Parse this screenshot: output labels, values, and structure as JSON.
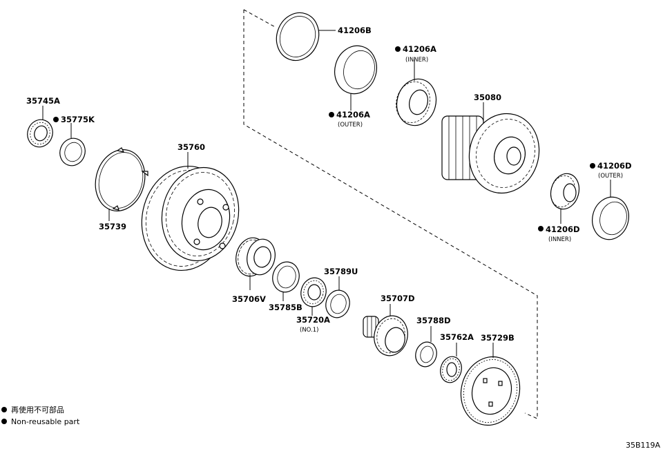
{
  "parts": [
    {
      "id": "p41206B",
      "label": "41206B",
      "sub": "",
      "nonreusable": false
    },
    {
      "id": "p41206A_in",
      "label": "41206A",
      "sub": "(INNER)",
      "nonreusable": true
    },
    {
      "id": "p41206A_out",
      "label": "41206A",
      "sub": "(OUTER)",
      "nonreusable": true
    },
    {
      "id": "p35080",
      "label": "35080",
      "sub": "",
      "nonreusable": false
    },
    {
      "id": "p41206D_out",
      "label": "41206D",
      "sub": "(OUTER)",
      "nonreusable": true
    },
    {
      "id": "p41206D_in",
      "label": "41206D",
      "sub": "(INNER)",
      "nonreusable": true
    },
    {
      "id": "p35745A",
      "label": "35745A",
      "sub": "",
      "nonreusable": false
    },
    {
      "id": "p35775K",
      "label": "35775K",
      "sub": "",
      "nonreusable": true
    },
    {
      "id": "p35760",
      "label": "35760",
      "sub": "",
      "nonreusable": false
    },
    {
      "id": "p35739",
      "label": "35739",
      "sub": "",
      "nonreusable": false
    },
    {
      "id": "p35706V",
      "label": "35706V",
      "sub": "",
      "nonreusable": false
    },
    {
      "id": "p35785B",
      "label": "35785B",
      "sub": "",
      "nonreusable": false
    },
    {
      "id": "p35720A",
      "label": "35720A",
      "sub": "(NO.1)",
      "nonreusable": false
    },
    {
      "id": "p35789U",
      "label": "35789U",
      "sub": "",
      "nonreusable": false
    },
    {
      "id": "p35707D",
      "label": "35707D",
      "sub": "",
      "nonreusable": false
    },
    {
      "id": "p35788D",
      "label": "35788D",
      "sub": "",
      "nonreusable": false
    },
    {
      "id": "p35762A",
      "label": "35762A",
      "sub": "",
      "nonreusable": false
    },
    {
      "id": "p35729B",
      "label": "35729B",
      "sub": "",
      "nonreusable": false
    }
  ],
  "legend": {
    "line1": "再使用不可部品",
    "line2": "Non-reusable part"
  },
  "diagram_code": "35B119A"
}
